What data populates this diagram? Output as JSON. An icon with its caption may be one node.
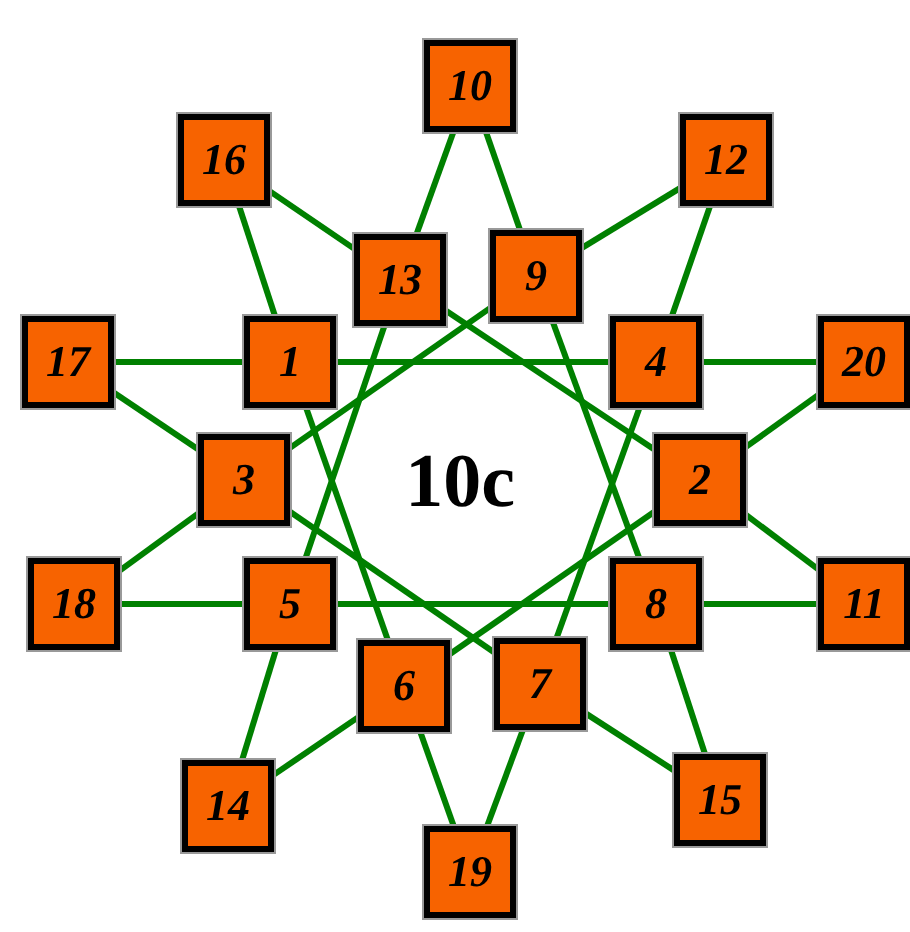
{
  "diagram": {
    "nodes": [
      {
        "text": [
          "10"
        ]
      },
      {
        "text": [
          "16"
        ]
      },
      {
        "text": [
          "12"
        ]
      },
      {
        "text": [
          "13"
        ]
      },
      {
        "text": [
          "9"
        ]
      },
      {
        "text": [
          "17"
        ]
      },
      {
        "text": [
          "1"
        ]
      },
      {
        "text": [
          "4"
        ]
      },
      {
        "text": [
          "20"
        ]
      },
      {
        "text": [
          "3"
        ]
      },
      {
        "text": [
          "2"
        ]
      },
      {
        "text": [
          "18"
        ]
      },
      {
        "text": [
          "5"
        ]
      },
      {
        "text": [
          "8"
        ]
      },
      {
        "text": [
          "11"
        ]
      },
      {
        "text": [
          "6"
        ]
      },
      {
        "text": [
          "7"
        ]
      },
      {
        "text": [
          "14"
        ]
      },
      {
        "text": [
          "15"
        ]
      },
      {
        "text": [
          "19"
        ]
      }
    ],
    "edges": [
      {
        "from": 0,
        "to": 3,
        "arrow": "none"
      },
      {
        "from": 0,
        "to": 4,
        "arrow": "none"
      },
      {
        "from": 2,
        "to": 4,
        "arrow": "none"
      },
      {
        "from": 2,
        "to": 7,
        "arrow": "none"
      },
      {
        "from": 8,
        "to": 7,
        "arrow": "none"
      },
      {
        "from": 8,
        "to": 10,
        "arrow": "none"
      },
      {
        "from": 14,
        "to": 10,
        "arrow": "none"
      },
      {
        "from": 14,
        "to": 13,
        "arrow": "none"
      },
      {
        "from": 18,
        "to": 13,
        "arrow": "none"
      },
      {
        "from": 18,
        "to": 16,
        "arrow": "none"
      },
      {
        "from": 19,
        "to": 16,
        "arrow": "none"
      },
      {
        "from": 19,
        "to": 15,
        "arrow": "none"
      },
      {
        "from": 17,
        "to": 15,
        "arrow": "none"
      },
      {
        "from": 17,
        "to": 12,
        "arrow": "none"
      },
      {
        "from": 11,
        "to": 12,
        "arrow": "none"
      },
      {
        "from": 11,
        "to": 9,
        "arrow": "none"
      },
      {
        "from": 5,
        "to": 9,
        "arrow": "none"
      },
      {
        "from": 5,
        "to": 6,
        "arrow": "none"
      },
      {
        "from": 1,
        "to": 6,
        "arrow": "none"
      },
      {
        "from": 1,
        "to": 3,
        "arrow": "none"
      },
      {
        "from": 6,
        "to": 7,
        "arrow": "none"
      },
      {
        "from": 3,
        "to": 10,
        "arrow": "none"
      },
      {
        "from": 4,
        "to": 13,
        "arrow": "none"
      },
      {
        "from": 7,
        "to": 16,
        "arrow": "none"
      },
      {
        "from": 10,
        "to": 15,
        "arrow": "none"
      },
      {
        "from": 13,
        "to": 12,
        "arrow": "none"
      },
      {
        "from": 16,
        "to": 9,
        "arrow": "none"
      },
      {
        "from": 15,
        "to": 6,
        "arrow": "none"
      },
      {
        "from": 12,
        "to": 3,
        "arrow": "none"
      },
      {
        "from": 9,
        "to": 4,
        "arrow": "none"
      }
    ],
    "labels": [
      "10c"
    ]
  }
}
